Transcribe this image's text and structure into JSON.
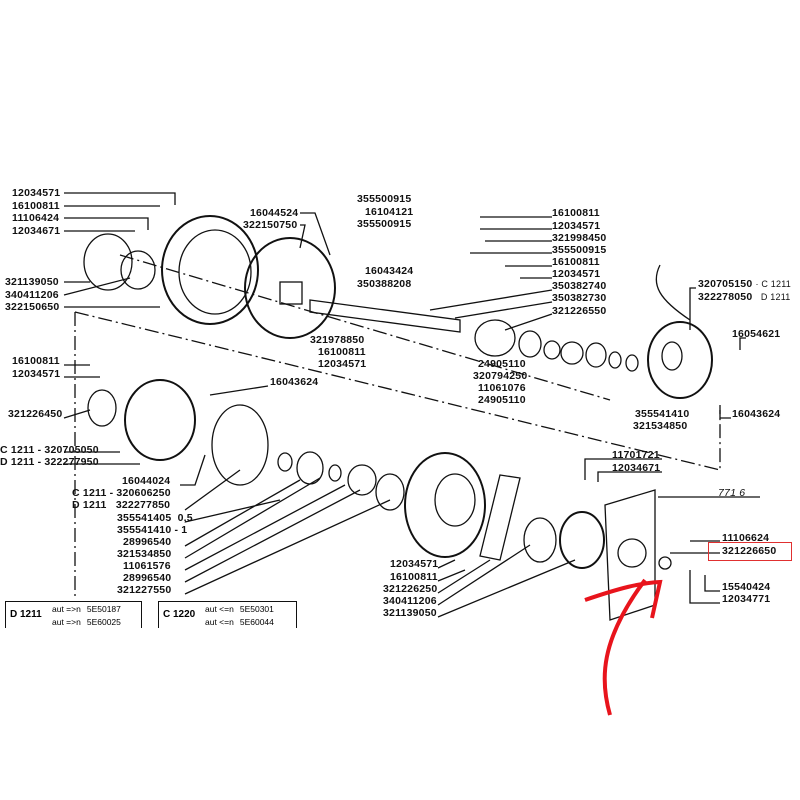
{
  "labels_top_left": [
    "12034571",
    "16100811",
    "11106424",
    "12034671",
    "321139050",
    "340411206",
    "322150650"
  ],
  "labels_top_mid": [
    "16044524",
    "322150750"
  ],
  "labels_bracket": [
    "355500915",
    "16104121",
    "355500915",
    "16043424",
    "350388208"
  ],
  "labels_top_right": [
    "16100811",
    "12034571",
    "321998450",
    "355500915",
    "16100811",
    "12034571",
    "350382740",
    "350382730",
    "321226550"
  ],
  "coil": [
    "320705150",
    "C 1211",
    "322278050",
    "D 1211"
  ],
  "shaft": [
    "321978850",
    "16100811",
    "12034571"
  ],
  "bearing": [
    "24905110",
    "320794250",
    "11061076",
    "24905110"
  ],
  "right_mid": [
    "16054621",
    "355541410",
    "321534850",
    "16043624"
  ],
  "mid_left": [
    "16100811",
    "12034571",
    "321226450",
    "16043624",
    "C 1211 - 320705050",
    "D 1211 - 322277950"
  ],
  "lower_left": [
    "16044024",
    "C 1211 - 320606250",
    "D 1211",
    "322277850",
    "355541405",
    "0,5",
    "355541410",
    "- 1",
    "28996540",
    "321534850",
    "11061576",
    "28996540",
    "321227550"
  ],
  "box_d": {
    "model": "D 1211",
    "line1": "aut =>n",
    "v1": "5E50187",
    "line2": "aut =>n",
    "v2": "5E60025"
  },
  "box_c": {
    "model": "C 1220",
    "line1": "aut <=n",
    "v1": "5E50301",
    "line2": "aut <=n",
    "v2": "5E60044"
  },
  "lower_mid": [
    "12034571",
    "16100811",
    "321226250",
    "340411206",
    "321139050"
  ],
  "lower_right": [
    "11701721",
    "12034671",
    "771 6",
    "11106624",
    "321226650",
    "15540424",
    "12034771"
  ],
  "colors": {
    "highlight": "#e03030",
    "arrow": "#e8141c",
    "ink": "#111111"
  }
}
